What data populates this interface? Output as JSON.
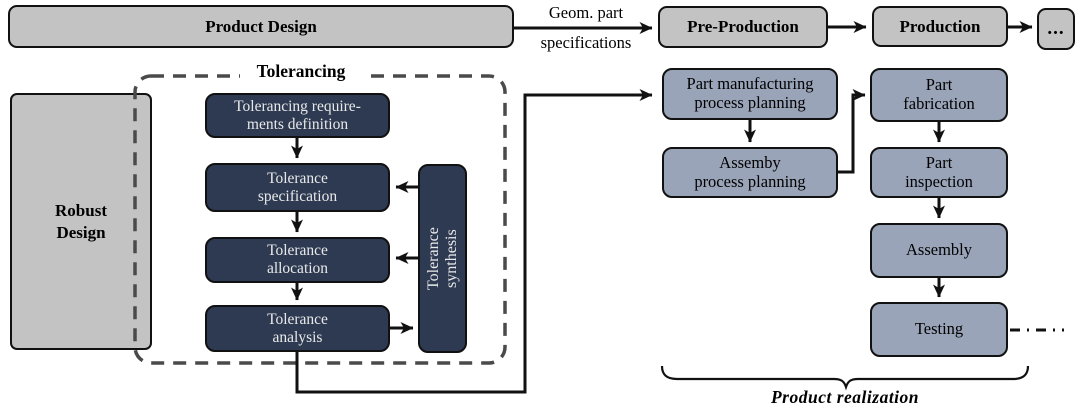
{
  "colors": {
    "box-gray": "#c3c3c3",
    "box-navy": "#2d3a52",
    "box-slate": "#9aa4b8",
    "navy-text": "#e9e9e9",
    "line-color": "#111111",
    "dash-color": "#4a4a4a"
  },
  "top_row": {
    "product_design": "Product Design",
    "arrow_label_line1": "Geom. part",
    "arrow_label_line2": "specifications",
    "pre_production": "Pre-Production",
    "production": "Production",
    "ellipsis": "..."
  },
  "tolerancing": {
    "group_label": "Tolerancing",
    "robust_design": {
      "line1": "Robust",
      "line2": "Design"
    },
    "steps": [
      {
        "line1": "Tolerancing require-",
        "line2": "ments definition"
      },
      {
        "line1": "Tolerance",
        "line2": "specification"
      },
      {
        "line1": "Tolerance",
        "line2": "allocation"
      },
      {
        "line1": "Tolerance",
        "line2": "analysis"
      }
    ],
    "synthesis": {
      "line1": "Tolerance",
      "line2": "synthesis"
    }
  },
  "production_flow": {
    "planning": [
      {
        "line1": "Part manufacturing",
        "line2": "process planning"
      },
      {
        "line1": "Assemby",
        "line2": "process planning"
      }
    ],
    "execution": [
      {
        "line1": "Part",
        "line2": "fabrication"
      },
      {
        "line1": "Part",
        "line2": "inspection"
      },
      {
        "line1": "Assembly"
      },
      {
        "line1": "Testing"
      }
    ],
    "brace_label": "Product realization"
  }
}
